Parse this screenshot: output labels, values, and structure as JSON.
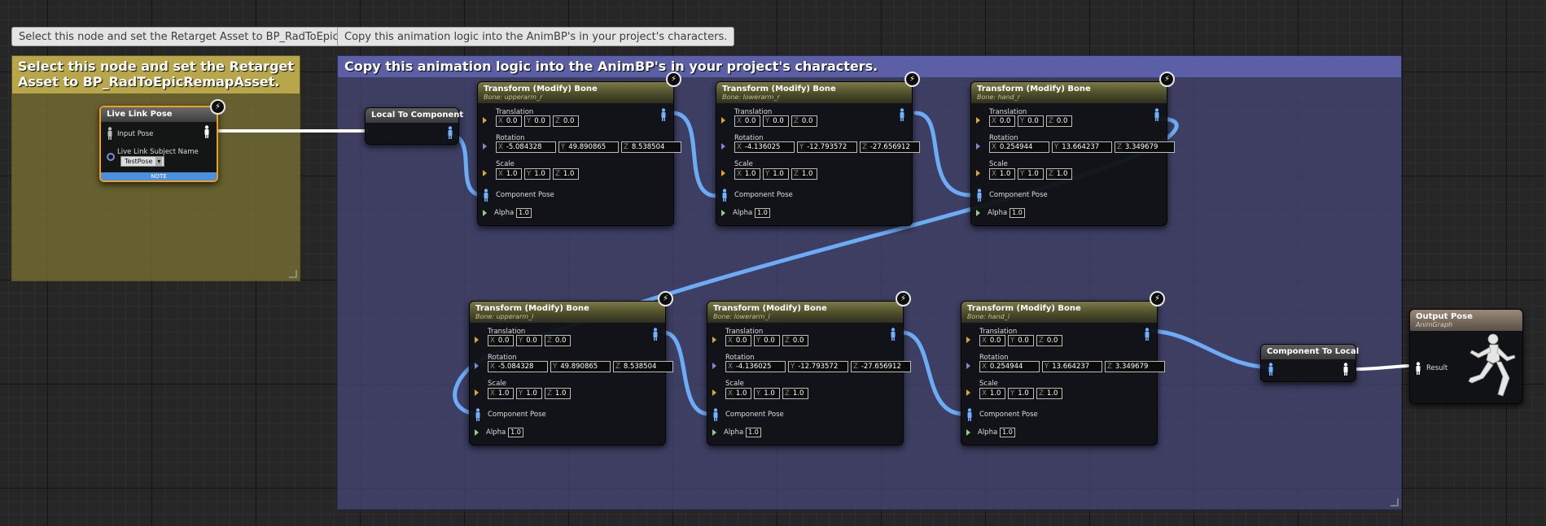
{
  "tooltips": {
    "retarget": "Select this node and set the Retarget Asset to BP_RadToEpicRemapAsset.",
    "copy": "Copy this animation logic into the AnimBP's in your project's characters."
  },
  "comments": {
    "retarget": "Select this node and set the Retarget Asset to BP_RadToEpicRemapAsset.",
    "copy": "Copy this animation logic into the AnimBP's in your project's characters."
  },
  "live_link": {
    "title": "Live Link Pose",
    "input_pose": "Input Pose",
    "subject_label": "Live Link Subject Name",
    "subject_value": "TestPose",
    "note": "NOTE"
  },
  "local_to_component": {
    "title": "Local To Component"
  },
  "component_to_local": {
    "title": "Component To Local"
  },
  "output_pose": {
    "title": "Output Pose",
    "subtitle": "AnimGraph",
    "result": "Result"
  },
  "labels": {
    "translation": "Translation",
    "rotation": "Rotation",
    "scale": "Scale",
    "component_pose": "Component Pose",
    "alpha": "Alpha",
    "x": "X",
    "y": "Y",
    "z": "Z"
  },
  "transform_nodes": [
    {
      "title": "Transform (Modify) Bone",
      "bone": "Bone: upperarm_r",
      "translation": [
        "0.0",
        "0.0",
        "0.0"
      ],
      "rotation": [
        "-5.084328",
        "49.890865",
        "8.538504"
      ],
      "scale": [
        "1.0",
        "1.0",
        "1.0"
      ],
      "alpha": "1.0"
    },
    {
      "title": "Transform (Modify) Bone",
      "bone": "Bone: lowerarm_r",
      "translation": [
        "0.0",
        "0.0",
        "0.0"
      ],
      "rotation": [
        "-4.136025",
        "-12.793572",
        "-27.656912"
      ],
      "scale": [
        "1.0",
        "1.0",
        "1.0"
      ],
      "alpha": "1.0"
    },
    {
      "title": "Transform (Modify) Bone",
      "bone": "Bone: hand_r",
      "translation": [
        "0.0",
        "0.0",
        "0.0"
      ],
      "rotation": [
        "0.254944",
        "13.664237",
        "3.349679"
      ],
      "scale": [
        "1.0",
        "1.0",
        "1.0"
      ],
      "alpha": "1.0"
    },
    {
      "title": "Transform (Modify) Bone",
      "bone": "Bone: upperarm_l",
      "translation": [
        "0.0",
        "0.0",
        "0.0"
      ],
      "rotation": [
        "-5.084328",
        "49.890865",
        "8.538504"
      ],
      "scale": [
        "1.0",
        "1.0",
        "1.0"
      ],
      "alpha": "1.0"
    },
    {
      "title": "Transform (Modify) Bone",
      "bone": "Bone: lowerarm_l",
      "translation": [
        "0.0",
        "0.0",
        "0.0"
      ],
      "rotation": [
        "-4.136025",
        "-12.793572",
        "-27.656912"
      ],
      "scale": [
        "1.0",
        "1.0",
        "1.0"
      ],
      "alpha": "1.0"
    },
    {
      "title": "Transform (Modify) Bone",
      "bone": "Bone: hand_l",
      "translation": [
        "0.0",
        "0.0",
        "0.0"
      ],
      "rotation": [
        "0.254944",
        "13.664237",
        "3.349679"
      ],
      "scale": [
        "1.0",
        "1.0",
        "1.0"
      ],
      "alpha": "1.0"
    }
  ],
  "icons": {
    "bolt": "lightning-bolt-icon",
    "pose": "pose-figure-icon",
    "running_man": "running-mannequin-icon"
  },
  "colors": {
    "wire_pose": "#6fb2ff",
    "wire_exec": "#ffffff",
    "comment_yellow": "#b8a64a",
    "comment_blue": "#5b5fa6"
  }
}
